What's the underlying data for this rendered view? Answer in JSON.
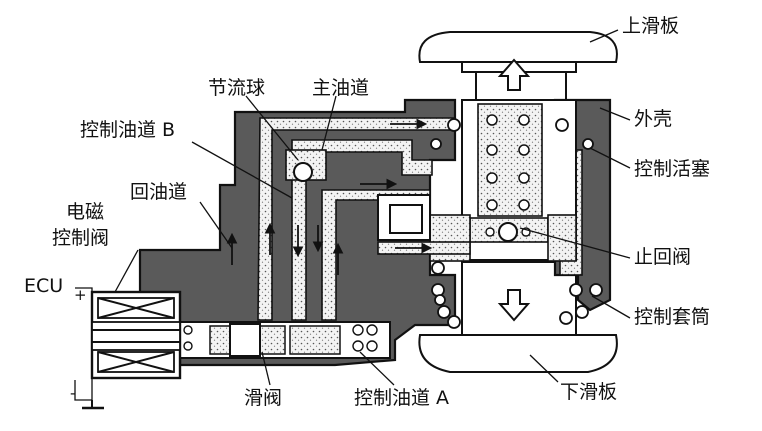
{
  "labels": {
    "upper_slide_plate": "上滑板",
    "lower_slide_plate": "下滑板",
    "housing": "外壳",
    "control_piston": "控制活塞",
    "check_valve": "止回阀",
    "control_sleeve": "控制套筒",
    "throttle_ball": "节流球",
    "main_oil_passage": "主油道",
    "control_oil_passage_b": "控制油道 B",
    "control_oil_passage_a": "控制油道 A",
    "return_oil_passage": "回油道",
    "solenoid_valve_line1": "电磁",
    "solenoid_valve_line2": "控制阀",
    "ecu": "ECU",
    "plus_sign": "+",
    "minus_sign": "-",
    "slide_valve": "滑阀"
  }
}
